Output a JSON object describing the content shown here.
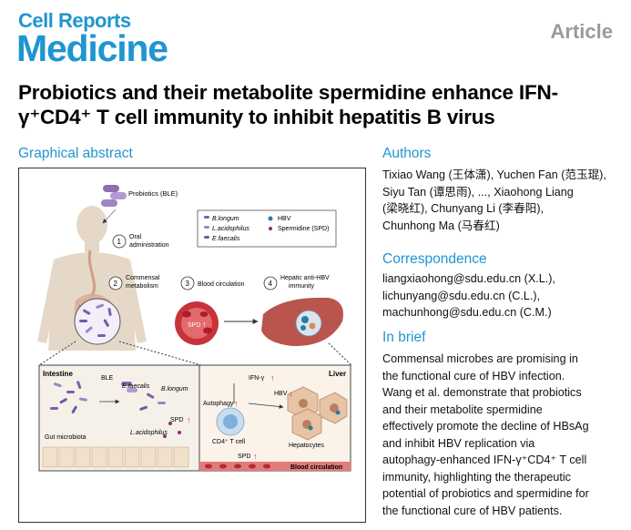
{
  "journal": {
    "line1": "Cell Reports",
    "line2": "Medicine"
  },
  "article_type": "Article",
  "title": "Probiotics and their metabolite spermidine enhance IFN-γ⁺CD4⁺ T cell immunity to inhibit hepatitis B virus",
  "graphical_abstract": {
    "heading": "Graphical abstract",
    "probiotics_label": "Probiotics (BLE)",
    "steps": [
      {
        "num": "1",
        "label_1": "Oral",
        "label_2": "administration"
      },
      {
        "num": "2",
        "label_1": "Commensal",
        "label_2": "metabolism"
      },
      {
        "num": "3",
        "label_1": "Blood circulation",
        "label_2": ""
      },
      {
        "num": "4",
        "label_1": "Hepatic anti-HBV",
        "label_2": "immunity"
      }
    ],
    "legend": {
      "b_longum": "B.longum",
      "l_acidophilus": "L.acidophilus",
      "e_faecalis": "E.faecalis",
      "hbv": "HBV",
      "spd": "Spermidine (SPD)"
    },
    "spd_short": "SPD",
    "intestine_panel": {
      "title": "Intestine",
      "ble": "BLE",
      "e_faecalis": "E.faecalis",
      "b_longum": "B.longum",
      "l_acidophilus": "L.acidophilus",
      "gut_microbiota": "Gut microbiota",
      "spd": "SPD"
    },
    "liver_panel": {
      "title": "Liver",
      "ifn": "IFN-γ",
      "autophagy": "Autophagy",
      "hbv": "HBV",
      "cd4": "CD4⁺ T cell",
      "hepatocytes": "Hepatocytes",
      "spd": "SPD",
      "blood": "Blood circulation"
    }
  },
  "authors": {
    "heading": "Authors",
    "lines": [
      "Tixiao Wang (王体潇), Yuchen Fan (范玉琨),",
      "Siyu Tan (谭思雨), ..., Xiaohong Liang",
      "(梁晓红), Chunyang Li (李春阳),",
      "Chunhong Ma (马春红)"
    ]
  },
  "correspondence": {
    "heading": "Correspondence",
    "lines": [
      "liangxiaohong@sdu.edu.cn (X.L.),",
      "lichunyang@sdu.edu.cn (C.L.),",
      "machunhong@sdu.edu.cn (C.M.)"
    ]
  },
  "in_brief": {
    "heading": "In brief",
    "lines": [
      "Commensal microbes are promising in",
      "the functional cure of HBV infection.",
      "Wang et al. demonstrate that probiotics",
      "and their metabolite spermidine",
      "effectively promote the decline of HBsAg",
      "and inhibit HBV replication via",
      "autophagy-enhanced IFN-γ⁺CD4⁺ T cell",
      "immunity, highlighting the therapeutic",
      "potential of probiotics and spermidine for",
      "the functional cure of HBV patients."
    ]
  },
  "colors": {
    "brand": "#1f95d1",
    "tag": "#9a9a9a",
    "arrow_up": "#d92b2b",
    "liver": "#b9554d"
  }
}
